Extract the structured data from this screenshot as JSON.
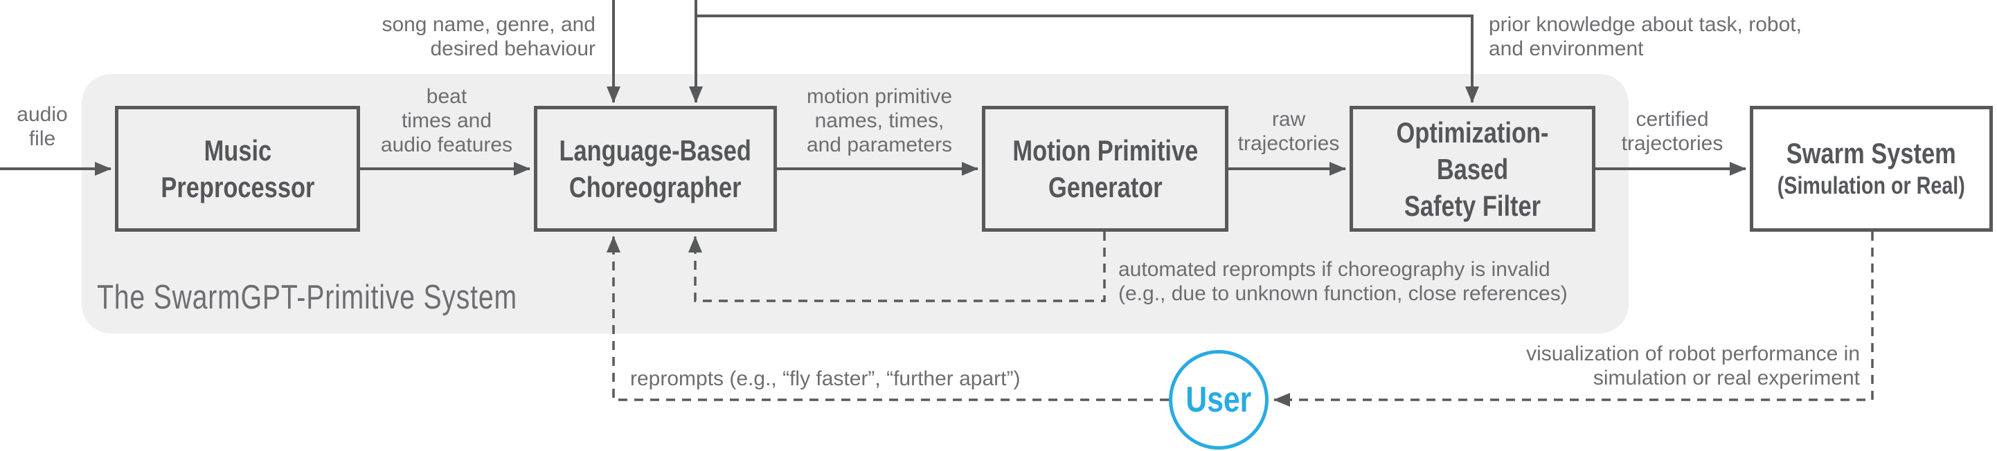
{
  "figure": {
    "type": "system-block-diagram",
    "panel_title": "The SwarmGPT-Primitive System"
  },
  "colors": {
    "line": "#58595B",
    "annotation": "#6D6E71",
    "panel_background": "#EFEFEF",
    "accent_user": "#29ABE2"
  },
  "nodes": {
    "music": {
      "label": "Music\nPreprocessor"
    },
    "choreographer": {
      "label": "Language-Based\nChoreographer"
    },
    "generator": {
      "label": "Motion Primitive\nGenerator"
    },
    "safety_filter": {
      "label": "Optimization-Based\nSafety Filter"
    },
    "swarm": {
      "label": "Swarm System",
      "sublabel": "(Simulation or Real)"
    },
    "user": {
      "label": "User"
    }
  },
  "edge_labels": {
    "audio_file": "audio\nfile",
    "song_input": "song name, genre, and\ndesired behaviour",
    "beat_features": "beat\ntimes and\naudio features",
    "motion_primitives": "motion primitive\nnames, times,\nand parameters",
    "raw_trajectories": "raw\ntrajectories",
    "prior_knowledge": "prior knowledge about task, robot,\nand environment",
    "certified_trajectories": "certified\ntrajectories",
    "automated_reprompts": "automated reprompts if choreography is invalid\n(e.g., due to unknown function, close references)",
    "user_reprompts": "reprompts (e.g., “fly faster”, “further apart”)",
    "visualization": "visualization of robot performance in\nsimulation or real experiment"
  }
}
